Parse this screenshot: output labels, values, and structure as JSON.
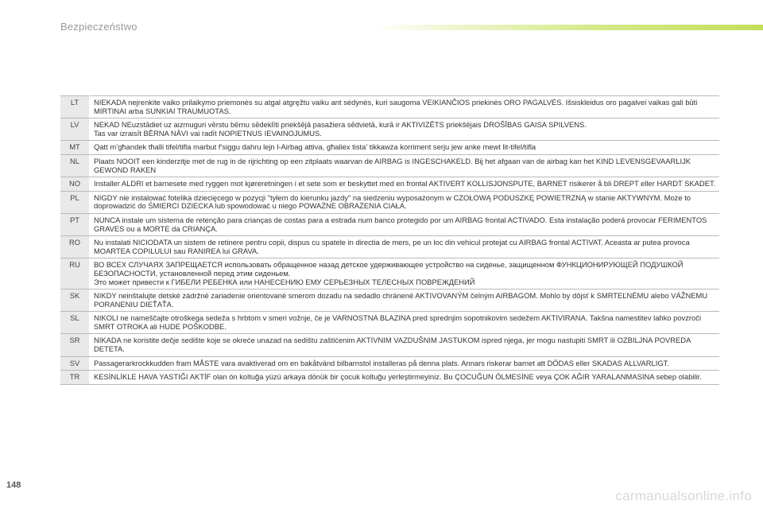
{
  "header": {
    "section_title": "Bezpieczeństwo"
  },
  "rows": [
    {
      "code": "LT",
      "text": "NIEKADA nejrenkite vaiko prilaikymo priemonės su atgal atgręžtu vaiku ant sėdynės, kuri saugoma VEIKIANČIOS priekinės ORO PAGALVĖS. Išsiskleidus oro pagalvei vaikas gali būti MIRTINAI arba SUNKIAI TRAUMUOTAS."
    },
    {
      "code": "LV",
      "text": "NEKAD NEuzstādiet uz aizmuguri vērstu bērnu sēdeklīti priekšējā pasažiera sēdvietā, kurā ir AKTIVIZĒTS priekšējais DROŠĪBAS GAISA SPILVENS.\nTas var izraisīt BĒRNA NĀVI vai radīt NOPIETNUS IEVAINOJUMUS."
    },
    {
      "code": "MT",
      "text": "Qatt m’għandek tħalli tifel/tifla marbut f’siggu dahru lejn l-Airbag attiva, għaliex tista’ tikkawża korriment serju jew anke mewt lit-tifel/tifla"
    },
    {
      "code": "NL",
      "text": "Plaats NOOIT een kinderzitje met de rug in de rijrichting op een zitplaats waarvan de AIRBAG is INGESCHAKELD. Bij het afgaan van de airbag kan het KIND LEVENSGEVAARLIJK GEWOND RAKEN"
    },
    {
      "code": "NO",
      "text": "Installer ALDRI et barnesete med ryggen mot kjøreretningen i et sete som er beskyttet med en frontal AKTIVERT KOLLISJONSPUTE, BARNET risikerer å bli DREPT eller HARDT SKADET."
    },
    {
      "code": "PL",
      "text": "NIGDY nie instalować fotelika dziecięcego w pozycji \"tyłem do kierunku jazdy\" na siedzeniu wyposażonym w CZOŁOWĄ PODUSZKĘ POWIETRZNĄ w stanie AKTYWNYM. Może to doprowadzić do ŚMIERCI DZIECKA lub spowodować u niego POWAŻNE OBRAŻENIA CIAŁA."
    },
    {
      "code": "PT",
      "text": "NUNCA instale um sistema de retenção para crianças de costas para a estrada num banco protegido por um AIRBAG frontal ACTIVADO. Esta instalação poderá provocar FERIMENTOS GRAVES ou a MORTE da CRIANÇA."
    },
    {
      "code": "RO",
      "text": "Nu instalati NICIODATA un sistem de retinere pentru copii, dispus cu spatele in directia de mers, pe un loc din vehicul protejat cu AIRBAG frontal ACTIVAT. Aceasta ar putea provoca MOARTEA COPILULUI sau RANIREA lui GRAVA."
    },
    {
      "code": "RU",
      "text": "ВО ВСЕХ СЛУЧАЯХ ЗАПРЕЩАЕТСЯ использовать обращенное назад детское удерживающее устройство на сиденье, защищенном ФУНКЦИОНИРУЮЩЕЙ ПОДУШКОЙ БЕЗОПАСНОСТИ, установленной перед этим сиденьем.\nЭто может привести к ГИБЕЛИ РЕБЕНКА или НАНЕСЕНИЮ ЕМУ СЕРЬЕЗНЫХ ТЕЛЕСНЫХ ПОВРЕЖДЕНИЙ"
    },
    {
      "code": "SK",
      "text": "NIKDY neinštalujte detské zádržné zariadenie orientované smerom dozadu na sedadlo chránené AKTIVOVANÝM čelným AIRBAGOM. Mohlo by dôjsť k SMRTEĽNÉMU alebo VÁŽNEMU PORANENIU DIEŤAŤA."
    },
    {
      "code": "SL",
      "text": "NIKOLI ne nameščajte otroškega sedeža s hrbtom v smeri vožnje, če je VARNOSTNA BLAZINA pred sprednjim sopotnikovim sedežem AKTIVIRANA. Takšna namestitev lahko povzroči SMRT OTROKA ali HUDE POŠKODBE."
    },
    {
      "code": "SR",
      "text": "NIKADA ne koristite dečje sedište koje se okreće unazad na sedištu zaštićenim AKTIVNIM VAZDUŠNIM JASTUKOM ispred njega, jer mogu nastupiti SMRT ili OZBILJNA POVREDA DETETA."
    },
    {
      "code": "SV",
      "text": "Passagerarkrockkudden fram MÅSTE vara avaktiverad om en bakåtvänd bilbarnstol installeras på denna plats. Annars riskerar barnet att DÖDAS eller SKADAS ALLVARLIGT."
    },
    {
      "code": "TR",
      "text": "KESİNLİKLE HAVA YASTIĞI AKTİF olan ön koltuğa yüzü arkaya dönük bir çocuk koltuğu yerleştirmeyiniz. Bu ÇOCUĞUN ÖLMESİNE veya ÇOK AĞIR YARALANMASINA sebep olabilir."
    }
  ],
  "footer": {
    "page_number": "148",
    "watermark": "carmanualsonline.info"
  },
  "colors": {
    "header_bar_accent": "#c2df5a",
    "code_cell_bg": "#e9e9e9",
    "rule": "#b9b9b9"
  }
}
